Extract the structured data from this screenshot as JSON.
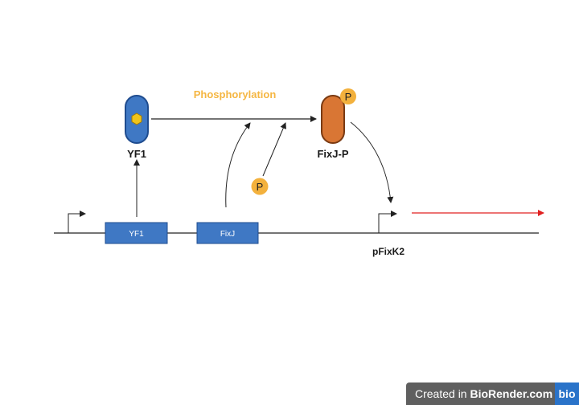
{
  "diagram": {
    "process_label": "Phosphorylation",
    "protein_yf1_label": "YF1",
    "protein_fixjp_label": "FixJ-P",
    "phosphate_label": "P",
    "gene_yf1_label": "YF1",
    "gene_fixj_label": "FixJ",
    "promoter_label": "pFixK2",
    "colors": {
      "process_label": "#f5b642",
      "protein_yf1": "#3f78c4",
      "protein_fixjp": "#d97634",
      "phosphate": "#f3b13d",
      "gene": "#3f78c4",
      "output_arrow": "#e02020"
    }
  },
  "watermark": {
    "prefix": "Created in ",
    "brand": "BioRender.com",
    "logo": "bio"
  }
}
